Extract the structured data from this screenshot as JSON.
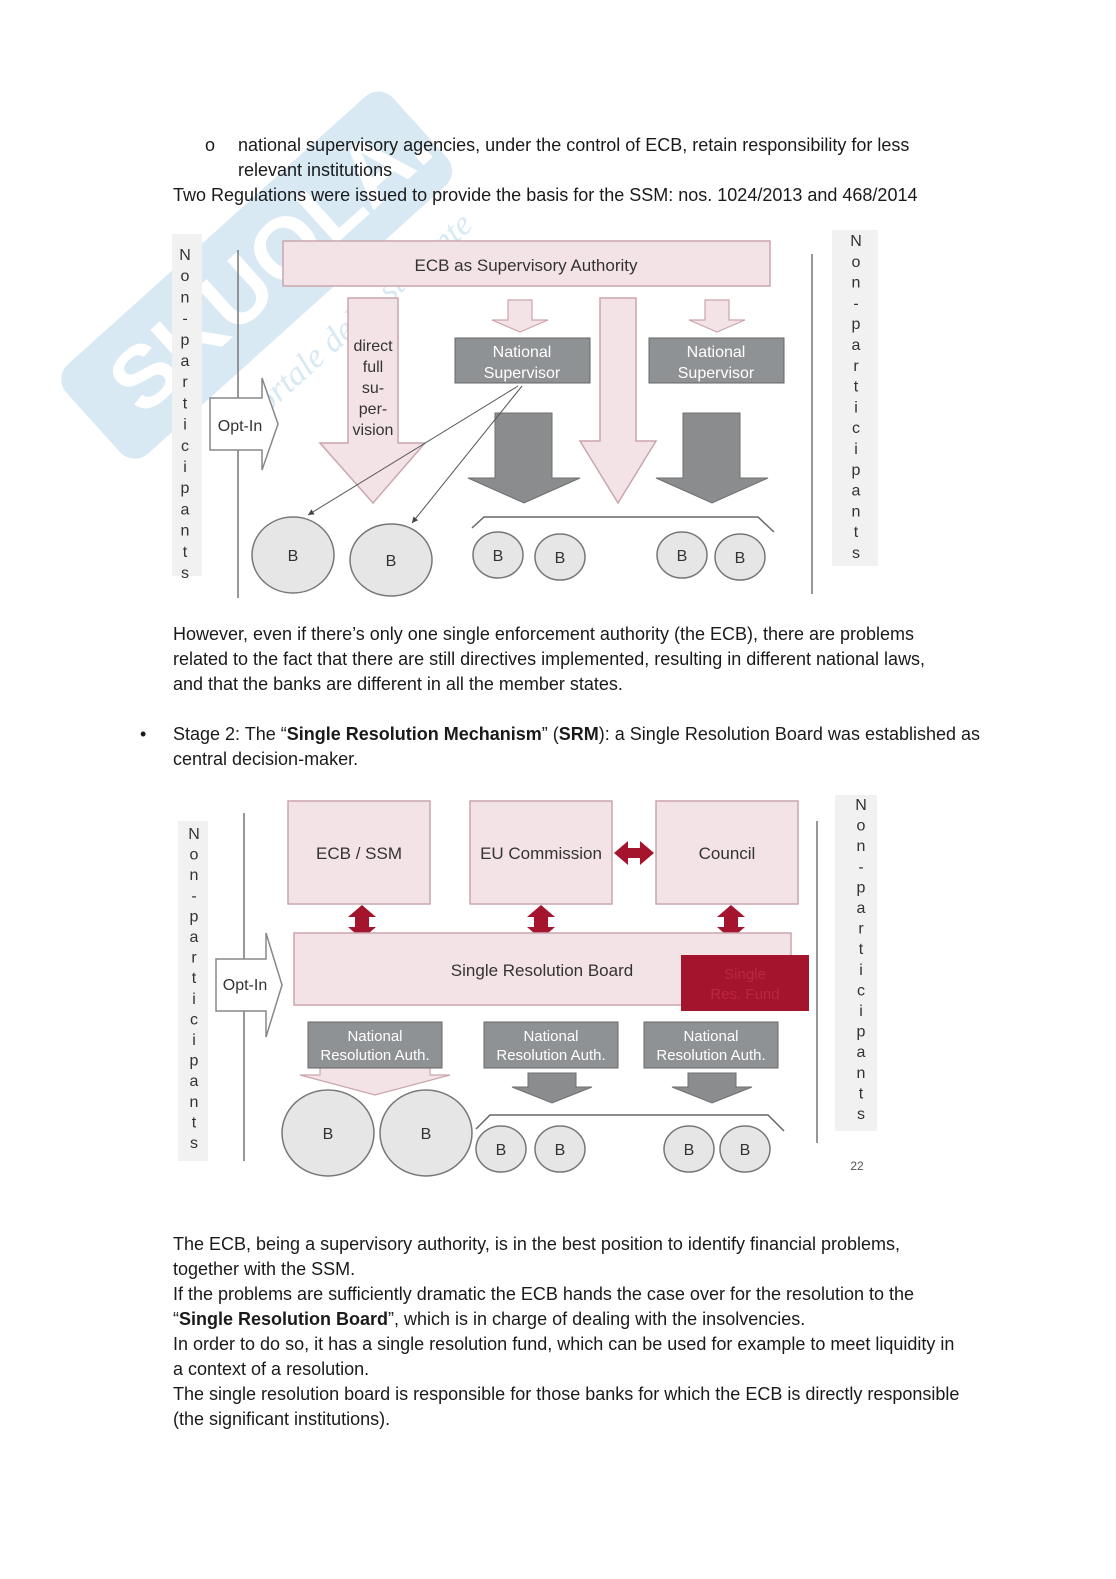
{
  "watermark": {
    "brand": "SKUOLA.net",
    "tagline": "il portale dello studente"
  },
  "sub_bullet": {
    "marker": "o",
    "line1": "national supervisory agencies, under the control of ECB, retain responsibility for less",
    "line2": "relevant institutions"
  },
  "para_regulations": "Two Regulations were issued to provide the basis for the SSM: nos. 1024/2013 and 468/2014",
  "diagram1": {
    "left_label": [
      "N",
      "o",
      "n",
      "-",
      "p",
      "a",
      "r",
      "t",
      "i",
      "c",
      "i",
      "p",
      "a",
      "n",
      "t",
      "s"
    ],
    "right_label": [
      "N",
      "o",
      "n",
      "-",
      "p",
      "a",
      "r",
      "t",
      "i",
      "c",
      "i",
      "p",
      "a",
      "n",
      "t",
      "s"
    ],
    "top_box": "ECB as Supervisory Authority",
    "direct_arrow": [
      "direct",
      "full",
      "su-",
      "per-",
      "vision"
    ],
    "opt_in": "Opt-In",
    "national_1": [
      "National",
      "Supervisor"
    ],
    "national_2": [
      "National",
      "Supervisor"
    ],
    "bank": "B"
  },
  "para_however": [
    "However, even if there’s only one single enforcement authority (the ECB), there are problems",
    "related to the fact that there are still directives implemented, resulting in different national laws,",
    "and that the banks are different in all the member states."
  ],
  "bullet_stage2": {
    "marker": "•",
    "prefix": "Stage 2: The “",
    "bold1": "Single Resolution Mechanism",
    "mid": "” (",
    "bold2": "SRM",
    "suffix": "): a Single Resolution Board was established as",
    "line2": "central decision-maker."
  },
  "diagram2": {
    "left_label": [
      "N",
      "o",
      "n",
      "-",
      "p",
      "a",
      "r",
      "t",
      "i",
      "c",
      "i",
      "p",
      "a",
      "n",
      "t",
      "s"
    ],
    "right_label": [
      "N",
      "o",
      "n",
      "-",
      "p",
      "a",
      "r",
      "t",
      "i",
      "c",
      "i",
      "p",
      "a",
      "n",
      "t",
      "s"
    ],
    "box_ecb": "ECB / SSM",
    "box_commission": "EU Commission",
    "box_council": "Council",
    "srb": "Single Resolution Board",
    "fund": [
      "Single",
      "Res. Fund"
    ],
    "opt_in": "Opt-In",
    "nra": [
      "National",
      "Resolution Auth."
    ],
    "bank": "B",
    "page_number": "22"
  },
  "para_final": {
    "line1": "The ECB, being a supervisory authority, is in the best position to identify financial problems,",
    "line2": "together with the SSM.",
    "line3": "If the problems are sufficiently dramatic the ECB hands the case over for the resolution to the",
    "line4_open": "“",
    "line4_bold": "Single Resolution Board",
    "line4_rest": "”, which is in charge of dealing with the insolvencies.",
    "line5": "In order to do so, it has a single resolution fund, which can be used for example to meet liquidity in",
    "line6": "a context of a resolution.",
    "line7": "The single resolution board is responsible for those banks for which the ECB is directly responsible",
    "line8": "(the significant institutions)."
  },
  "colors": {
    "pink": "#f4e3e6",
    "pink_border": "#c9a6ad",
    "grey_box": "#8f9294",
    "grey_arrow": "#8a8c8e",
    "bank": "#e6e6e6",
    "fund": "#a5142d",
    "double_arrow": "#a5142d",
    "watermark": "#a9cfe8"
  }
}
